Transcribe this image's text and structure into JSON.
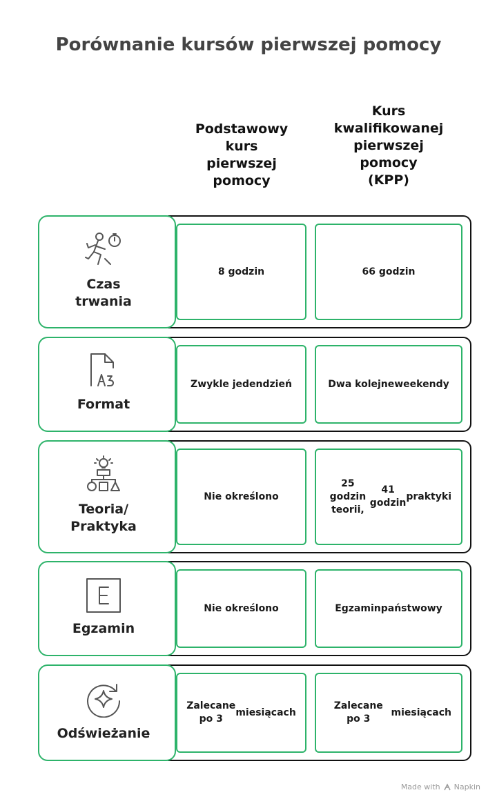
{
  "title": "Porównanie kursów pierwszej pomocy",
  "columns": {
    "basic": "Podstawowy\nkurs\npierwszej\npomocy",
    "kpp": "Kurs\nkwalifikowanej\npierwszej\npomocy\n(KPP)"
  },
  "rows": [
    {
      "label": "Czas\ntrwania",
      "icon": "running-stopwatch-icon",
      "basic": "8 godzin",
      "kpp": "66 godzin"
    },
    {
      "label": "Format",
      "icon": "document-a3-icon",
      "basic": "Zwykle jeden\ndzień",
      "kpp": "Dwa kolejne\nweekendy"
    },
    {
      "label": "Teoria/\nPraktyka",
      "icon": "lightbulb-shapes-icon",
      "basic": "Nie określono",
      "kpp": "25 godzin teorii,\n41 godzin\npraktyki"
    },
    {
      "label": "Egzamin",
      "icon": "letter-e-icon",
      "basic": "Nie określono",
      "kpp": "Egzamin\npaństwowy"
    },
    {
      "label": "Odświeżanie",
      "icon": "refresh-sparkle-icon",
      "basic": "Zalecane po 3\nmiesiącach",
      "kpp": "Zalecane po 3\nmiesiącach"
    }
  ],
  "footer": {
    "made_with": "Made with",
    "brand": "Napkin"
  },
  "colors": {
    "accent": "#2db36a",
    "border": "#111111",
    "title": "#444444"
  }
}
